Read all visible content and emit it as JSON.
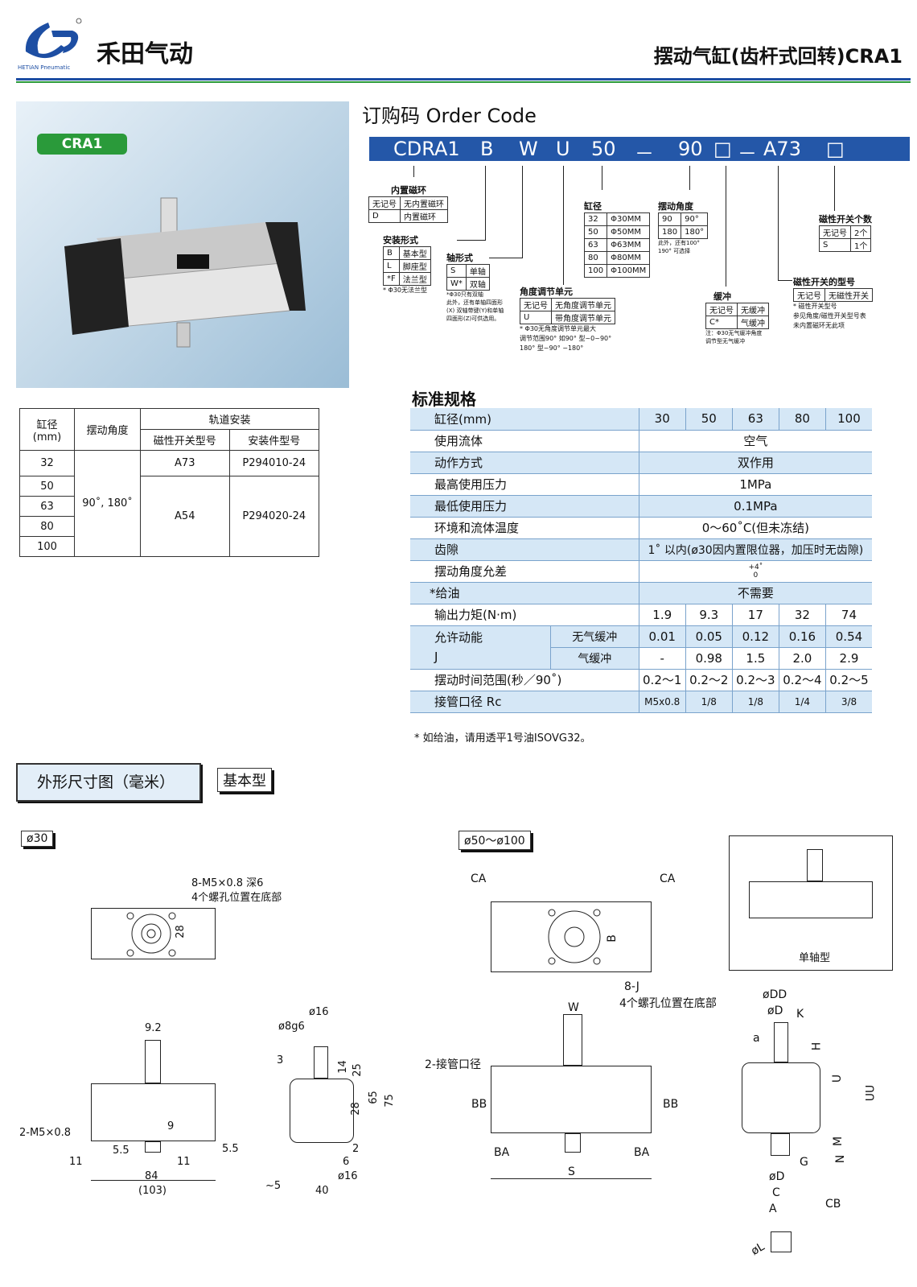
{
  "brand": {
    "name": "禾田气动",
    "sub": "HETIAN Pneumatic",
    "reg": "®"
  },
  "page_title": "摆动气缸(齿杆式回转)CRA1",
  "product": {
    "badge": "CRA1"
  },
  "order": {
    "title": "订购码 Order Code",
    "code": [
      "CDRA1",
      "B",
      "W",
      "U",
      "50",
      "－",
      "90",
      "□",
      "－",
      "A73",
      "□"
    ],
    "magnet": {
      "title": "内置磁环",
      "rows": [
        [
          "无记号",
          "无内置磁环"
        ],
        [
          "D",
          "内置磁环"
        ]
      ]
    },
    "mount": {
      "title": "安装形式",
      "rows": [
        [
          "B",
          "基本型"
        ],
        [
          "L",
          "脚座型"
        ],
        [
          "*F",
          "法兰型"
        ]
      ],
      "note": "* Φ30无法兰型"
    },
    "shaft": {
      "title": "轴形式",
      "rows": [
        [
          "S",
          "单轴"
        ],
        [
          "W*",
          "双轴"
        ]
      ],
      "note": [
        "*Φ30只有双轴",
        "此外，还有单轴四面形",
        "(X) 双轴带键(Y)和单轴",
        "四面形(Z)可供选用。"
      ]
    },
    "bore": {
      "title": "缸径",
      "rows": [
        [
          "32",
          "Φ30MM"
        ],
        [
          "50",
          "Φ50MM"
        ],
        [
          "63",
          "Φ63MM"
        ],
        [
          "80",
          "Φ80MM"
        ],
        [
          "100",
          "Φ100MM"
        ]
      ]
    },
    "angle": {
      "title": "摆动角度",
      "rows": [
        [
          "90",
          "90°"
        ],
        [
          "180",
          "180°"
        ]
      ],
      "note": [
        "此外，还有100°",
        "190° 可选择"
      ]
    },
    "adjust": {
      "title": "角度调节单元",
      "rows": [
        [
          "无记号",
          "无角度调节单元"
        ],
        [
          "U",
          "带角度调节单元"
        ]
      ],
      "note": [
        "* Φ30无角度调节单元最大",
        "调节范围90° 如90° 型~0~90°",
        "180° 型~90° −180°"
      ]
    },
    "cushion": {
      "title": "缓冲",
      "rows": [
        [
          "无记号",
          "无缓冲"
        ],
        [
          "C*",
          "气缓冲"
        ]
      ],
      "note": [
        "注：Φ30无气缓冲角度",
        "调节型无气缓冲"
      ]
    },
    "switch_count": {
      "title": "磁性开关个数",
      "rows": [
        [
          "无记号",
          "2个"
        ],
        [
          "S",
          "1个"
        ]
      ]
    },
    "switch_type": {
      "title": "磁性开关的型号",
      "rows": [
        [
          "无记号",
          "无磁性开关"
        ]
      ],
      "note": [
        "* 磁性开关型号",
        "参见角度/磁性开关型号表",
        "未内置磁环无此项"
      ]
    }
  },
  "rail": {
    "h_bore": "缸径\n(mm)",
    "h_angle": "摆动角度",
    "h_rail": "轨道安装",
    "h_switch": "磁性开关型号",
    "h_mount": "安装件型号",
    "bores": [
      "32",
      "50",
      "63",
      "80",
      "100"
    ],
    "angle": "90˚, 180˚",
    "g1": {
      "sw": "A73",
      "mt": "P294010-24"
    },
    "g2": {
      "sw": "A54",
      "mt": "P294020-24"
    }
  },
  "spec": {
    "title": "标准规格",
    "header": [
      "缸径(mm)",
      "30",
      "50",
      "63",
      "80",
      "100"
    ],
    "rows": [
      [
        "使用流体",
        "空气"
      ],
      [
        "动作方式",
        "双作用"
      ],
      [
        "最高使用压力",
        "1MPa"
      ],
      [
        "最低使用压力",
        "0.1MPa"
      ],
      [
        "环境和流体温度",
        "0～60˚C(但未冻结)"
      ],
      [
        "齿隙",
        "1˚ 以内(ø30因内置限位器，加压时无齿隙)"
      ],
      [
        "摆动角度允差",
        "+4˚\n0"
      ],
      [
        "*给油",
        "不需要"
      ]
    ],
    "torque": [
      "输出力矩(N·m)",
      "1.9",
      "9.3",
      "17",
      "32",
      "74"
    ],
    "energy_label": "允许动能\nJ",
    "energy": [
      [
        "无气缓冲",
        "0.01",
        "0.05",
        "0.12",
        "0.16",
        "0.54"
      ],
      [
        "气缓冲",
        "-",
        "0.98",
        "1.5",
        "2.0",
        "2.9"
      ]
    ],
    "time": [
      "摆动时间范围(秒／90˚)",
      "0.2～1",
      "0.2～2",
      "0.2～3",
      "0.2～4",
      "0.2～5"
    ],
    "port": [
      "接管口径 Rc",
      "M5x0.8",
      "1/8",
      "1/8",
      "1/4",
      "3/8"
    ],
    "note": "* 如给油，请用透平1号油ISOVG32。"
  },
  "dims": {
    "title": "外形尺寸图（毫米）",
    "type": "基本型",
    "d30": "ø30",
    "d50": "ø50～ø100",
    "single": "单轴型",
    "a": [
      "8-M5×0.8 深6",
      "4个螺孔位置在底部",
      "28",
      "9.2",
      "2-M5×0.8",
      "9",
      "5.5",
      "5.5",
      "11",
      "11",
      "84",
      "(103)",
      "ø16",
      "ø8g6",
      "3",
      "14",
      "25",
      "65",
      "75",
      "28",
      "6",
      "ø16",
      "40",
      "~5",
      "2"
    ],
    "b": [
      "CA",
      "CA",
      "B",
      "8-J",
      "4个螺孔位置在底部",
      "W",
      "2-接管口径",
      "BB",
      "BB",
      "BA",
      "BA",
      "S",
      "øDD",
      "øD",
      "K",
      "a",
      "H",
      "U",
      "UU",
      "M",
      "N",
      "G",
      "øD",
      "C",
      "A",
      "CB",
      "øL"
    ]
  }
}
